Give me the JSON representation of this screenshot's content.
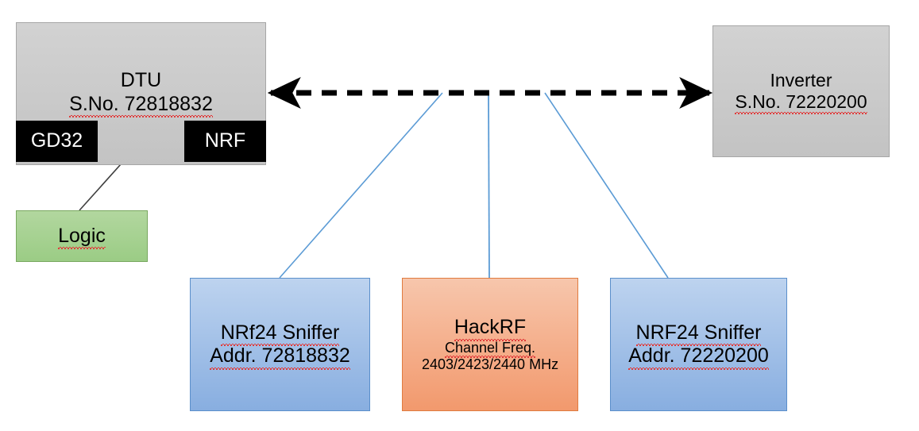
{
  "diagram": {
    "title": "",
    "colors": {
      "grey_fill": "#c9c9c9",
      "black_fill": "#000000",
      "green_fill": "#a9d18e",
      "blue_fill": "#a7c4e6",
      "orange_fill": "#f4a673",
      "connector_blue": "#5b9bd5",
      "arrow_black": "#000000",
      "spellcheck_red": "#e03b3b"
    },
    "nodes": {
      "dtu": {
        "label": "DTU",
        "serial_label": "S.No. 72818832",
        "children": {
          "gd32": {
            "label": "GD32"
          },
          "nrf": {
            "label": "NRF"
          }
        }
      },
      "inverter": {
        "label": "Inverter",
        "serial_label": "S.No. 72220200"
      },
      "logic": {
        "label": "Logic"
      },
      "sniffer_left": {
        "label": "NRf24 Sniffer",
        "address_label": "Addr. 72818832"
      },
      "hackrf": {
        "label": "HackRF",
        "channel_label": "Channel Freq.",
        "frequency_label": "2403/2423/2440 MHz"
      },
      "sniffer_right": {
        "label": "NRF24 Sniffer",
        "address_label": "Addr. 72220200"
      }
    },
    "connectors": [
      {
        "name": "dtu-inverter-rf-link",
        "style": "dashed",
        "arrows": "both"
      },
      {
        "name": "gd32-nrf-link",
        "style": "solid",
        "arrows": "both"
      },
      {
        "name": "gd32-nrf-to-logic-probe",
        "style": "solid",
        "arrows": "none"
      },
      {
        "name": "rf-link-to-sniffer-left",
        "style": "solid",
        "arrows": "none"
      },
      {
        "name": "rf-link-to-hackrf",
        "style": "solid",
        "arrows": "none"
      },
      {
        "name": "rf-link-to-sniffer-right",
        "style": "solid",
        "arrows": "none"
      }
    ]
  }
}
